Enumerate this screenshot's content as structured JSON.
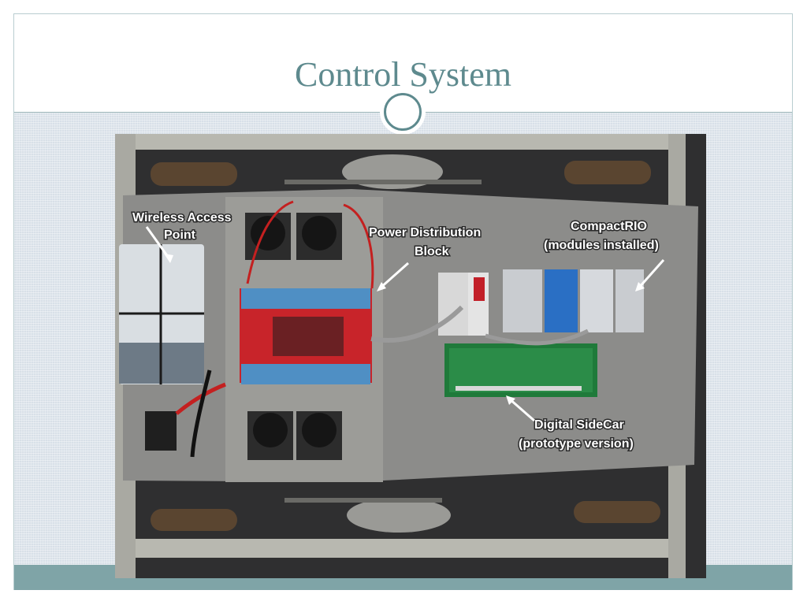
{
  "slide": {
    "title": "Control System"
  },
  "photo": {
    "labels": {
      "wireless_line1": "Wireless Access",
      "wireless_line2": "Point",
      "power_line1": "Power Distribution",
      "power_line2": "Block",
      "crio_line1": "CompactRIO",
      "crio_line2": "(modules installed)",
      "sidecar_line1": "Digital SideCar",
      "sidecar_line2": "(prototype version)"
    }
  },
  "colors": {
    "title": "#5e8a8e",
    "accent": "#7fa4a7",
    "background": "#d8e0e8"
  }
}
